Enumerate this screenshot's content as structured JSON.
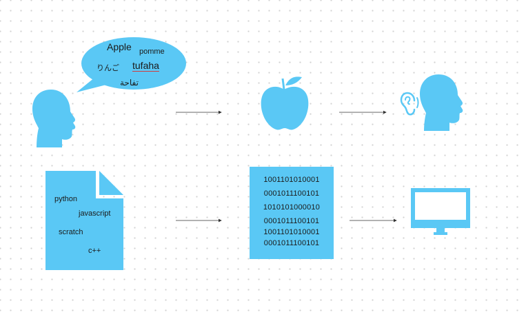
{
  "speech_bubble": {
    "words": [
      "Apple",
      "pomme",
      "りんご",
      "tufaha",
      "تفاحة"
    ]
  },
  "document": {
    "languages": [
      "python",
      "javascript",
      "scratch",
      "c++"
    ]
  },
  "binary": {
    "lines": [
      "1001101010001",
      "0001011100101",
      "1010101000010",
      "0001011100101",
      "1001101010001",
      "0001011100101"
    ]
  },
  "colors": {
    "accent": "#5ac8f5",
    "connector": "#333333",
    "bubble_text": "#1a1a1a"
  },
  "icons": [
    "speaker-head-icon",
    "speech-bubble",
    "apple-icon",
    "listener-head-icon",
    "ear-icon",
    "document-icon",
    "monitor-icon"
  ]
}
